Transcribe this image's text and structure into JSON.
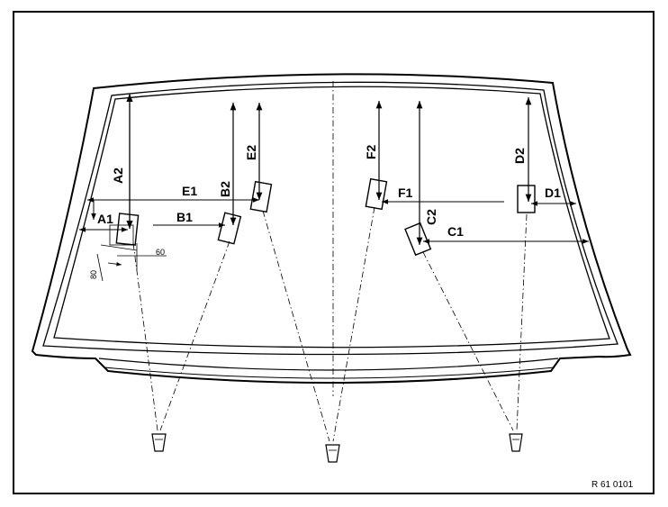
{
  "labels": {
    "A1": "A1",
    "A2": "A2",
    "B1": "B1",
    "B2": "B2",
    "C1": "C1",
    "C2": "C2",
    "D1": "D1",
    "D2": "D2",
    "E1": "E1",
    "E2": "E2",
    "F1": "F1",
    "F2": "F2"
  },
  "dims": {
    "d60": "60",
    "d80": "80"
  },
  "reference": "R 61 0101"
}
